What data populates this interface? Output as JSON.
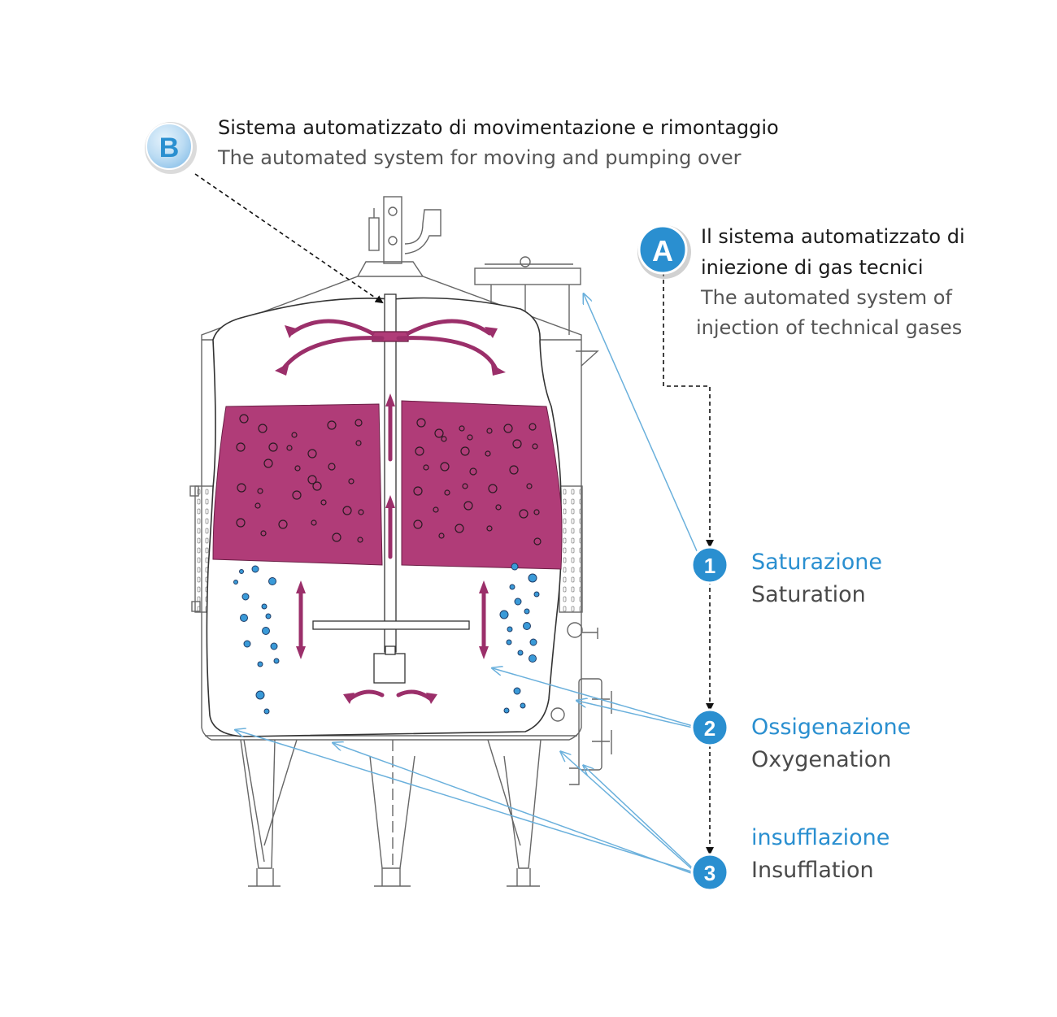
{
  "colors": {
    "wine": "#b03c78",
    "arrow": "#9b2f6a",
    "blue": "#2a8fd0",
    "leader": "#6ab0dc",
    "outline": "#666666",
    "bubble": "#3a9ad8"
  },
  "callout_b": {
    "letter": "B",
    "title_it": "Sistema automatizzato di movimentazione e rimontaggio",
    "title_en": "The automated system for moving and pumping over"
  },
  "callout_a": {
    "letter": "A",
    "title_it_line1": "Il sistema automatizzato di",
    "title_it_line2": "iniezione di gas tecnici",
    "title_en_line1": "The automated system of",
    "title_en_line2": "injection of technical gases"
  },
  "steps": [
    {
      "number": "1",
      "label_it": "Saturazione",
      "label_en": "Saturation"
    },
    {
      "number": "2",
      "label_it": "Ossigenazione",
      "label_en": "Oxygenation"
    },
    {
      "number": "3",
      "label_it": "insufflazione",
      "label_en": "Insufflation"
    }
  ]
}
